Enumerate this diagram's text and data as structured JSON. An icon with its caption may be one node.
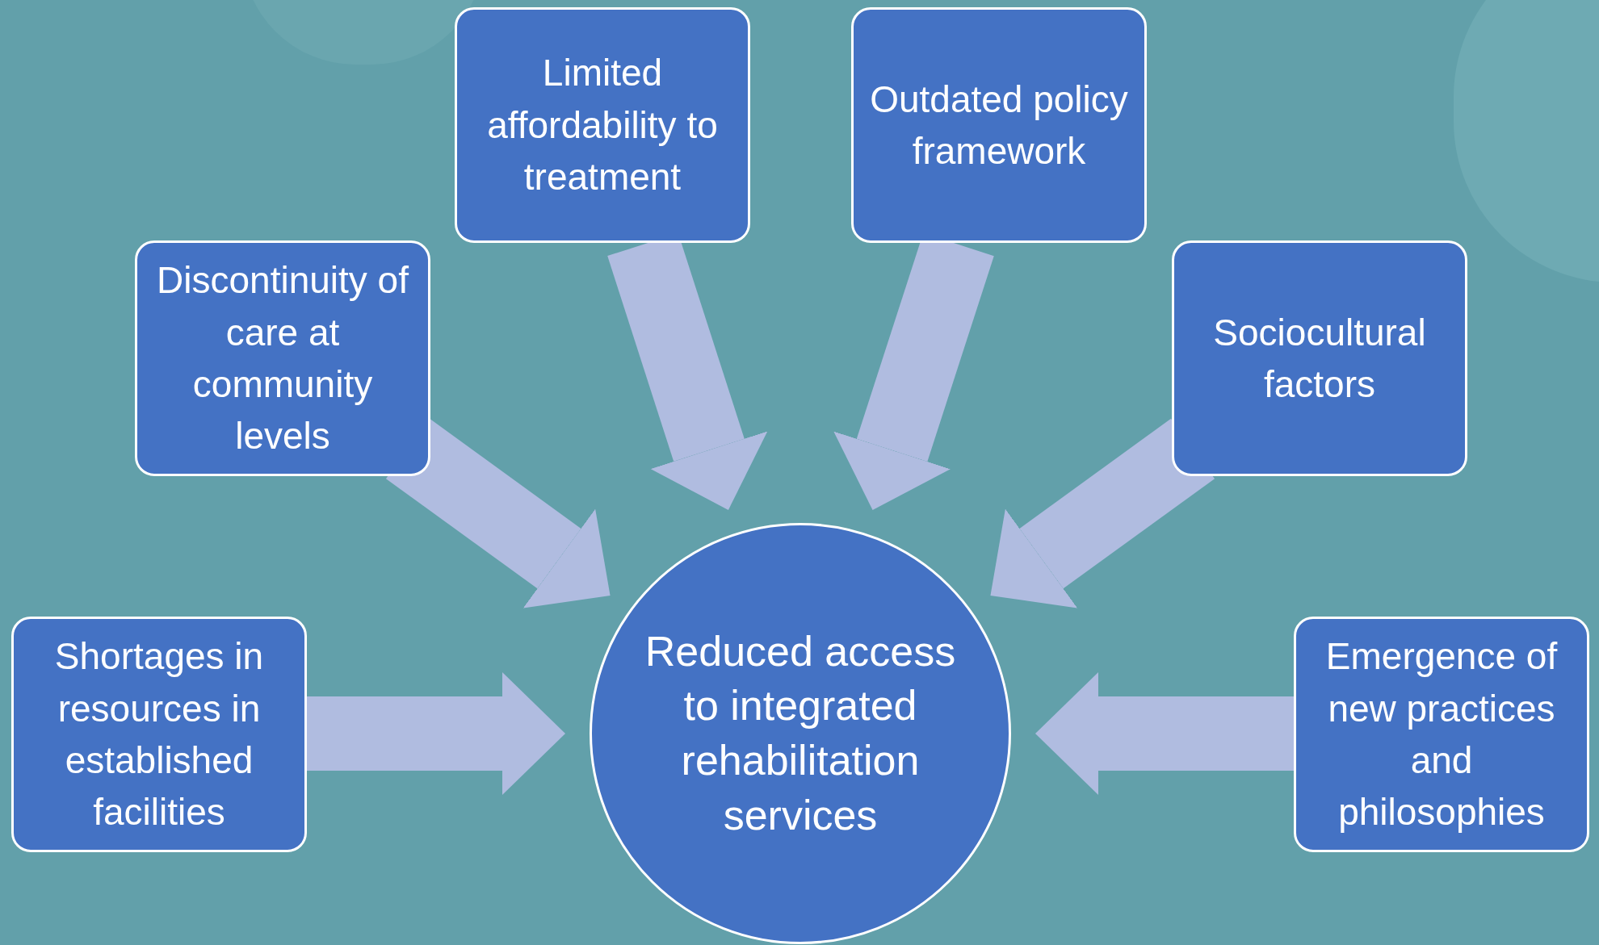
{
  "diagram": {
    "nodes": [
      {
        "text": [
          "Limited affordability to treatment"
        ]
      },
      {
        "text": [
          "Outdated policy framework"
        ]
      },
      {
        "text": [
          "Discontinuity of care at community levels"
        ]
      },
      {
        "text": [
          "Sociocultural factors"
        ]
      },
      {
        "text": [
          "Shortages in resources in established facilities"
        ]
      },
      {
        "text": [
          "Reduced access to integrated rehabilitation services"
        ]
      },
      {
        "text": [
          "Emergence of new practices and philosophies"
        ]
      }
    ],
    "edges": [
      {
        "from": 0,
        "to": 5,
        "arrow": "to"
      },
      {
        "from": 1,
        "to": 5,
        "arrow": "to"
      },
      {
        "from": 2,
        "to": 5,
        "arrow": "to"
      },
      {
        "from": 3,
        "to": 5,
        "arrow": "to"
      },
      {
        "from": 4,
        "to": 5,
        "arrow": "to"
      },
      {
        "from": 6,
        "to": 5,
        "arrow": "to"
      }
    ]
  }
}
